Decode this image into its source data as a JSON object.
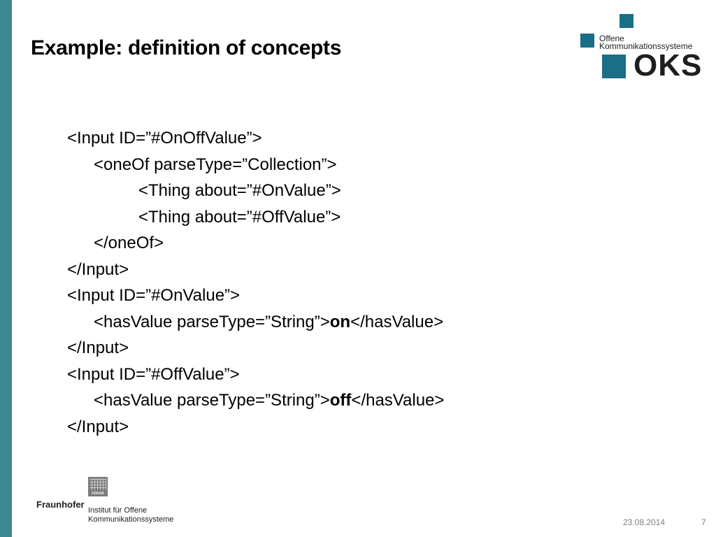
{
  "slide": {
    "title": "Example: definition of concepts",
    "date": "23.08.2014",
    "page_number": "7"
  },
  "oks_logo": {
    "line1": "Offene",
    "line2": "Kommunikationssysteme",
    "wordmark": "OKS",
    "color": "#1a6e85"
  },
  "fraunhofer_logo": {
    "fokus_label": "FOKUS",
    "name": "Fraunhofer",
    "institute_line1": "Institut für Offene",
    "institute_line2": "Kommunikationssysteme"
  },
  "accent_bar_color": "#3d8891",
  "code": {
    "line1": "<Input ID=”#OnOffValue”>",
    "line2": "<oneOf parseType=”Collection”>",
    "line3": "<Thing about=”#OnValue”>",
    "line4": "<Thing about=”#OffValue”>",
    "line5": "</oneOf>",
    "line6": "</Input>",
    "line7": "<Input ID=”#OnValue”>",
    "line8_prefix": "<hasValue parseType=”String”>",
    "line8_value": "on",
    "line8_suffix": "</hasValue>",
    "line9": "</Input>",
    "line10": "<Input ID=”#OffValue”>",
    "line11_prefix": "<hasValue parseType=”String”>",
    "line11_value": "off",
    "line11_suffix": "</hasValue>",
    "line12": "</Input>"
  }
}
